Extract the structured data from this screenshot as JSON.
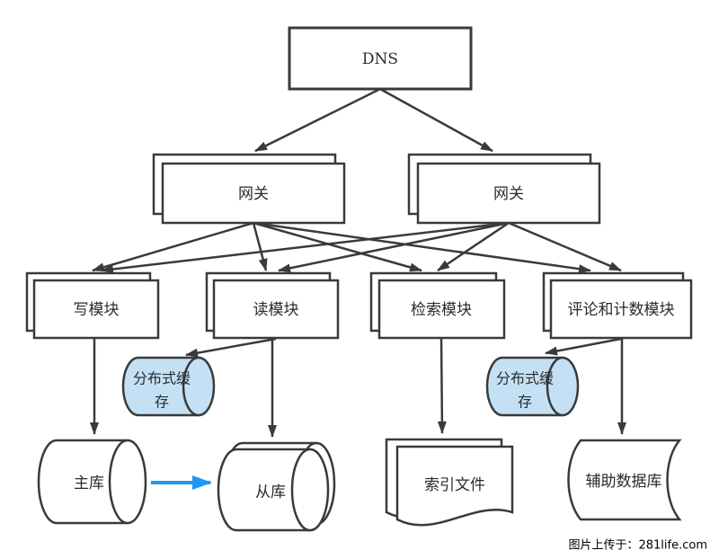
{
  "colors": {
    "line": "#3a3a3a",
    "replication_arrow": "#1f97f4",
    "cache_fill": "#c3e0f5",
    "node_fill": "#ffffff",
    "text": "#2b2b2b"
  },
  "nodes": {
    "dns": {
      "label": "DNS"
    },
    "gateway_left": {
      "label": "网关"
    },
    "gateway_right": {
      "label": "网关"
    },
    "write_module": {
      "label": "写模块"
    },
    "read_module": {
      "label": "读模块"
    },
    "search_module": {
      "label": "检索模块"
    },
    "comment_count_module": {
      "label": "评论和计数模块"
    },
    "cache_left": {
      "line1": "分布式缓",
      "line2": "存"
    },
    "cache_right": {
      "line1": "分布式缓",
      "line2": "存"
    },
    "master_db": {
      "label": "主库"
    },
    "slave_db": {
      "label": "从库"
    },
    "index_file": {
      "label": "索引文件"
    },
    "auxiliary_db": {
      "label": "辅助数据库"
    }
  },
  "edges": [
    {
      "from": "dns",
      "to": "gateway_left"
    },
    {
      "from": "dns",
      "to": "gateway_right"
    },
    {
      "from": "gateway_left",
      "to": "write_module"
    },
    {
      "from": "gateway_left",
      "to": "read_module"
    },
    {
      "from": "gateway_left",
      "to": "search_module"
    },
    {
      "from": "gateway_left",
      "to": "comment_count_module"
    },
    {
      "from": "gateway_right",
      "to": "write_module"
    },
    {
      "from": "gateway_right",
      "to": "read_module"
    },
    {
      "from": "gateway_right",
      "to": "search_module"
    },
    {
      "from": "gateway_right",
      "to": "comment_count_module"
    },
    {
      "from": "write_module",
      "to": "master_db"
    },
    {
      "from": "read_module",
      "to": "cache_left"
    },
    {
      "from": "read_module",
      "to": "slave_db"
    },
    {
      "from": "search_module",
      "to": "index_file"
    },
    {
      "from": "comment_count_module",
      "to": "cache_right"
    },
    {
      "from": "comment_count_module",
      "to": "auxiliary_db"
    },
    {
      "from": "master_db",
      "to": "slave_db",
      "style": "replication"
    }
  ],
  "watermark": {
    "text": "图片上传于：281life.com"
  }
}
